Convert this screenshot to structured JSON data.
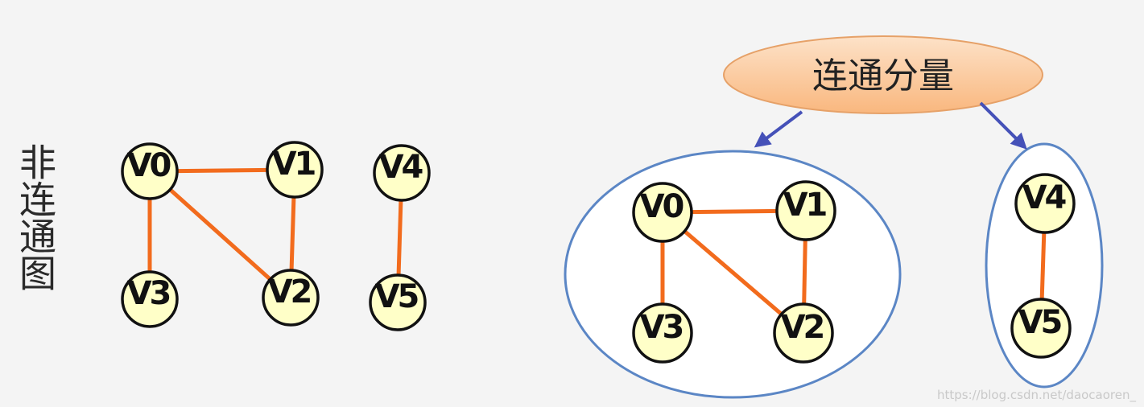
{
  "left_title": "非连通图",
  "callout": "连通分量",
  "watermark": "https://blog.csdn.net/daocaoren_",
  "colors": {
    "node_fill": "#ffffc8",
    "node_stroke": "#111111",
    "edge": "#f26b1d",
    "component_outline": "#5b86c5",
    "component_fill": "#ffffff",
    "arrow": "#4551b8",
    "callout_fill_top": "#fde2c8",
    "callout_fill_bottom": "#f9b77e",
    "callout_stroke": "#e6a168"
  },
  "graph": {
    "vertices": [
      "V0",
      "V1",
      "V2",
      "V3",
      "V4",
      "V5"
    ],
    "edges": [
      [
        "V0",
        "V1"
      ],
      [
        "V0",
        "V3"
      ],
      [
        "V0",
        "V2"
      ],
      [
        "V1",
        "V2"
      ],
      [
        "V4",
        "V5"
      ]
    ]
  },
  "components": [
    {
      "vertices": [
        "V0",
        "V1",
        "V2",
        "V3"
      ],
      "edges": [
        [
          "V0",
          "V1"
        ],
        [
          "V0",
          "V3"
        ],
        [
          "V0",
          "V2"
        ],
        [
          "V1",
          "V2"
        ]
      ]
    },
    {
      "vertices": [
        "V4",
        "V5"
      ],
      "edges": [
        [
          "V4",
          "V5"
        ]
      ]
    }
  ]
}
